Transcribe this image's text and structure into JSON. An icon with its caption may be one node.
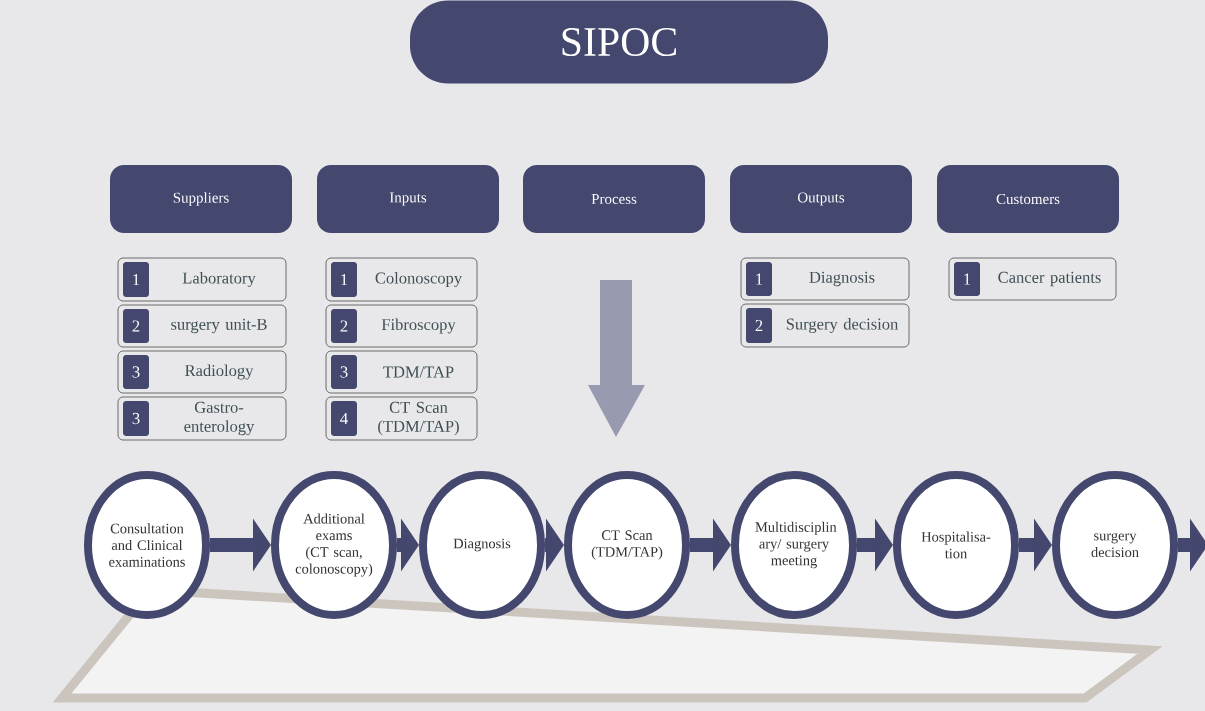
{
  "diagram": {
    "title": "SIPOC",
    "nodes": [
      {
        "text": [
          "Suppliers"
        ]
      },
      {
        "text": [
          "Inputs"
        ]
      },
      {
        "text": [
          "Process"
        ]
      },
      {
        "text": [
          "Outputs"
        ]
      },
      {
        "text": [
          "Customers"
        ]
      },
      {
        "text": [
          "1",
          "Laboratory"
        ]
      },
      {
        "text": [
          "2",
          "surgery unit-B"
        ]
      },
      {
        "text": [
          "3",
          "Radiology"
        ]
      },
      {
        "text": [
          "3",
          "Gastro- enterology"
        ]
      },
      {
        "text": [
          "1",
          "Colonoscopy"
        ]
      },
      {
        "text": [
          "2",
          "Fibroscopy"
        ]
      },
      {
        "text": [
          "3",
          "TDM/TAP"
        ]
      },
      {
        "text": [
          "4",
          "CT Scan (TDM/TAP)"
        ]
      },
      {
        "text": [
          "1",
          "Diagnosis"
        ]
      },
      {
        "text": [
          "2",
          "Surgery decision"
        ]
      },
      {
        "text": [
          "1",
          "Cancer patients"
        ]
      },
      {
        "text": [
          "Consultation and Clinical examinations"
        ]
      },
      {
        "text": [
          "Additional exams (CT scan, colonoscopy)"
        ]
      },
      {
        "text": [
          "Diagnosis"
        ]
      },
      {
        "text": [
          "CT Scan (TDM/TAP)"
        ]
      },
      {
        "text": [
          "Multidisciplin ary/ surgery meeting"
        ]
      },
      {
        "text": [
          "Hospitalisa- tion"
        ]
      },
      {
        "text": [
          "surgery decision"
        ]
      }
    ],
    "edges": [
      {
        "from": 16,
        "to": 17,
        "arrow": "to"
      },
      {
        "from": 17,
        "to": 18,
        "arrow": "to"
      },
      {
        "from": 18,
        "to": 19,
        "arrow": "to"
      },
      {
        "from": 19,
        "to": 20,
        "arrow": "to"
      },
      {
        "from": 20,
        "to": 21,
        "arrow": "to"
      },
      {
        "from": 21,
        "to": 22,
        "arrow": "to"
      },
      {
        "from": 22,
        "to": null,
        "arrow": "to"
      }
    ]
  }
}
